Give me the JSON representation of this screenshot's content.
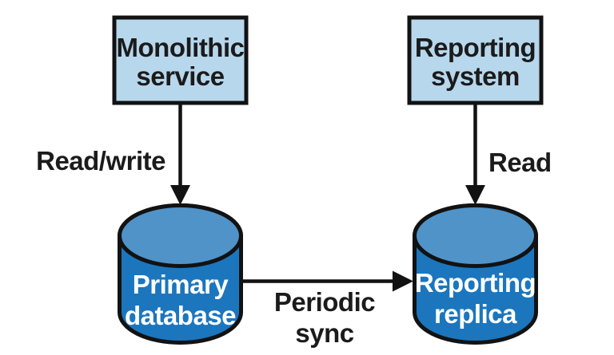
{
  "diagram": {
    "background": "#ffffff",
    "colors": {
      "box_fill": "#b7d7ec",
      "cylinder_body": "#1b76be",
      "cylinder_top": "#4f93c9",
      "outline": "#121212",
      "arrow": "#121212",
      "label_text": "#1b1b1b",
      "cylinder_text": "#ffffff"
    },
    "nodes": {
      "monolithic_service": {
        "type": "box",
        "lines": [
          "Monolithic",
          "service"
        ]
      },
      "reporting_system": {
        "type": "box",
        "lines": [
          "Reporting",
          "system"
        ]
      },
      "primary_database": {
        "type": "cylinder",
        "lines": [
          "Primary",
          "database"
        ]
      },
      "reporting_replica": {
        "type": "cylinder",
        "lines": [
          "Reporting",
          "replica"
        ]
      }
    },
    "edges": [
      {
        "from": "monolithic_service",
        "to": "primary_database",
        "label": "Read/write"
      },
      {
        "from": "reporting_system",
        "to": "reporting_replica",
        "label": "Read"
      },
      {
        "from": "primary_database",
        "to": "reporting_replica",
        "label_lines": [
          "Periodic",
          "sync"
        ]
      }
    ]
  }
}
